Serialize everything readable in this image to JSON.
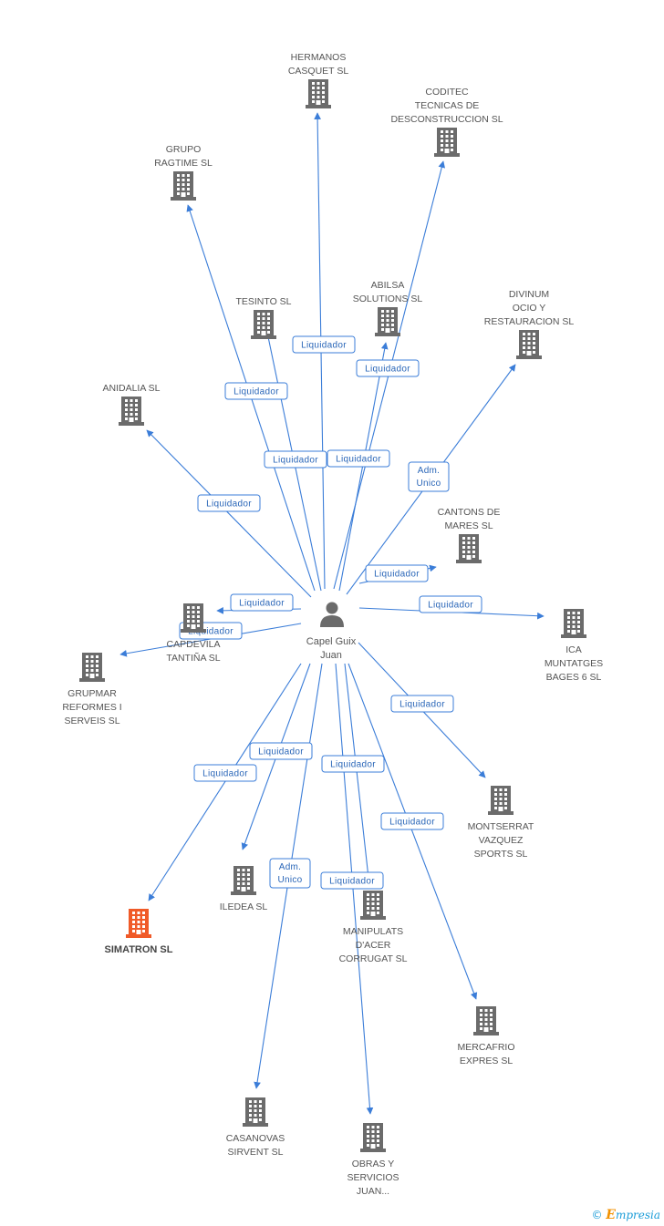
{
  "center": {
    "name_lines": [
      "Capel Guix",
      "Juan"
    ],
    "icon": "person-icon"
  },
  "colors": {
    "edge": "#3b7dd8",
    "building": "#6b6b6b",
    "building_highlight": "#f05a28"
  },
  "companies": [
    {
      "id": "hermanos-casquet",
      "name_lines": [
        "HERMANOS",
        "CASQUET SL"
      ],
      "icon": "building-icon"
    },
    {
      "id": "coditec",
      "name_lines": [
        "CODITEC",
        "TECNICAS DE",
        "DESCONSTRUCCION SL"
      ],
      "icon": "building-icon"
    },
    {
      "id": "grupo-ragtime",
      "name_lines": [
        "GRUPO",
        "RAGTIME SL"
      ],
      "icon": "building-icon"
    },
    {
      "id": "tesinto",
      "name_lines": [
        "TESINTO SL"
      ],
      "icon": "building-icon"
    },
    {
      "id": "abilsa",
      "name_lines": [
        "ABILSA",
        "SOLUTIONS SL"
      ],
      "icon": "building-icon"
    },
    {
      "id": "divinum",
      "name_lines": [
        "DIVINUM",
        "OCIO Y",
        "RESTAURACION SL"
      ],
      "icon": "building-icon"
    },
    {
      "id": "anidalia",
      "name_lines": [
        "ANIDALIA SL"
      ],
      "icon": "building-icon"
    },
    {
      "id": "cantons-de-mares",
      "name_lines": [
        "CANTONS DE",
        "MARES SL"
      ],
      "icon": "building-icon"
    },
    {
      "id": "capdevila",
      "name_lines": [
        "CAPDEVILA",
        "TANTIÑA SL"
      ],
      "icon": "building-icon"
    },
    {
      "id": "ica-muntatges",
      "name_lines": [
        "ICA",
        "MUNTATGES",
        "BAGES 6 SL"
      ],
      "icon": "building-icon"
    },
    {
      "id": "grupmar",
      "name_lines": [
        "GRUPMAR",
        "REFORMES I",
        "SERVEIS  SL"
      ],
      "icon": "building-icon"
    },
    {
      "id": "montserrat",
      "name_lines": [
        "MONTSERRAT",
        "VAZQUEZ",
        "SPORTS SL"
      ],
      "icon": "building-icon"
    },
    {
      "id": "iledea",
      "name_lines": [
        "ILEDEA SL"
      ],
      "icon": "building-icon"
    },
    {
      "id": "simatron",
      "name_lines": [
        "SIMATRON SL"
      ],
      "icon": "building-icon",
      "highlight": true
    },
    {
      "id": "manipulats",
      "name_lines": [
        "MANIPULATS",
        "D'ACER",
        "CORRUGAT SL"
      ],
      "icon": "building-icon"
    },
    {
      "id": "mercafrio",
      "name_lines": [
        "MERCAFRIO",
        "EXPRES SL"
      ],
      "icon": "building-icon"
    },
    {
      "id": "casanovas",
      "name_lines": [
        "CASANOVAS",
        "SIRVENT  SL"
      ],
      "icon": "building-icon"
    },
    {
      "id": "obras",
      "name_lines": [
        "OBRAS Y",
        "SERVICIOS",
        "JUAN..."
      ],
      "icon": "building-icon"
    }
  ],
  "edges": [
    {
      "to": "hermanos-casquet",
      "role_lines": [
        "Liquidador"
      ]
    },
    {
      "to": "coditec",
      "role_lines": [
        "Liquidador"
      ]
    },
    {
      "to": "grupo-ragtime",
      "role_lines": [
        "Liquidador"
      ]
    },
    {
      "to": "tesinto",
      "role_lines": [
        "Liquidador"
      ]
    },
    {
      "to": "abilsa",
      "role_lines": [
        "Liquidador"
      ]
    },
    {
      "to": "divinum",
      "role_lines": [
        "Adm.",
        "Unico"
      ]
    },
    {
      "to": "anidalia",
      "role_lines": [
        "Liquidador"
      ]
    },
    {
      "to": "cantons-de-mares",
      "role_lines": [
        "Liquidador"
      ]
    },
    {
      "to": "capdevila",
      "role_lines": [
        "Liquidador"
      ]
    },
    {
      "to": "ica-muntatges",
      "role_lines": [
        "Liquidador"
      ]
    },
    {
      "to": "grupmar",
      "role_lines": [
        "Liquidador"
      ]
    },
    {
      "to": "montserrat",
      "role_lines": [
        "Liquidador"
      ]
    },
    {
      "to": "iledea",
      "role_lines": [
        "Liquidador"
      ]
    },
    {
      "to": "simatron",
      "role_lines": [
        "Liquidador"
      ]
    },
    {
      "to": "manipulats",
      "role_lines": [
        "Liquidador"
      ]
    },
    {
      "to": "mercafrio",
      "role_lines": [
        "Liquidador"
      ]
    },
    {
      "to": "casanovas",
      "role_lines": [
        "Adm.",
        "Unico"
      ]
    },
    {
      "to": "obras",
      "role_lines": [
        "Liquidador"
      ]
    }
  ],
  "brand": {
    "copyright": "©",
    "first_letter": "E",
    "rest": "mpresia"
  }
}
